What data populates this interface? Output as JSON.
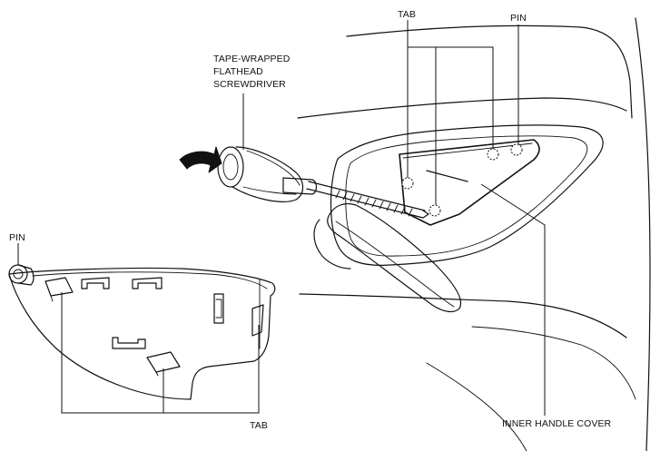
{
  "labels": {
    "screwdriver_line1": "TAPE-WRAPPED",
    "screwdriver_line2": "FLATHEAD",
    "screwdriver_line3": "SCREWDRIVER",
    "tab_top": "TAB",
    "pin_top": "PIN",
    "pin_left": "PIN",
    "tab_bottom": "TAB",
    "inner_handle_cover": "INNER HANDLE COVER"
  }
}
